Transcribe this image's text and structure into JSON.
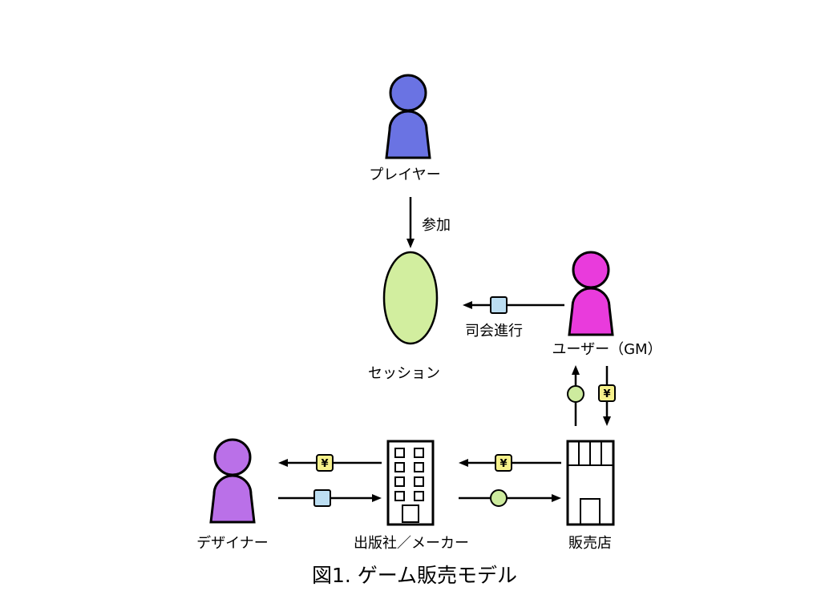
{
  "title": "図1. ゲーム販売モデル",
  "nodes": {
    "player": {
      "label": "プレイヤー"
    },
    "session": {
      "label": "セッション"
    },
    "gm": {
      "label": "ユーザー（GM）"
    },
    "designer": {
      "label": "デザイナー"
    },
    "publisher": {
      "label": "出版社／メーカー"
    },
    "store": {
      "label": "販売店"
    }
  },
  "edges": {
    "join": {
      "label": "参加"
    },
    "moderation": {
      "label": "司会進行"
    }
  },
  "tokens": {
    "yen_symbol": "¥"
  },
  "colors": {
    "player": "#6A73E3",
    "gm": "#E93BDC",
    "designer": "#BA70E8",
    "session": "#D2EE9F",
    "token_green": "#CDEB9E",
    "token_yellow": "#F6F18B",
    "token_blue": "#BCDEF2",
    "outline": "#000000",
    "background": "#FFFFFF"
  }
}
